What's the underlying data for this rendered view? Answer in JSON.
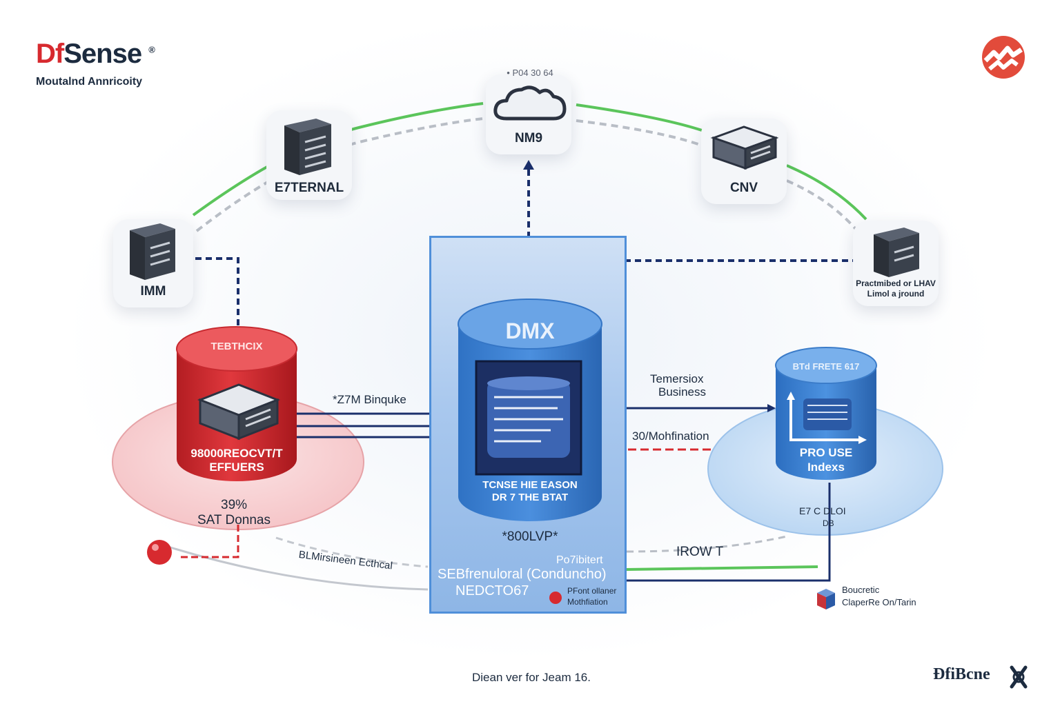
{
  "brand": {
    "name": "DfSense",
    "registered_mark": "®",
    "tagline": "Moutalnd Annricoity",
    "footer_logo": "ĐfiBcne"
  },
  "colors": {
    "red": "#d72a2f",
    "blue": "#3f86d6",
    "dark_blue": "#1a2f6b",
    "green": "#5bc55b",
    "gray": "#b9bec6"
  },
  "nodes": {
    "cloud": {
      "top_label": "• P04 30 64",
      "label": "NM9",
      "icon": "cloud-icon"
    },
    "external": {
      "label": "E7TERNAL",
      "icon": "server-tower-icon"
    },
    "cnv": {
      "label": "CNV",
      "icon": "server-box-icon"
    },
    "imm": {
      "label": "IMM",
      "icon": "server-tower-icon"
    },
    "right": {
      "label_line1": "Practmibed or LHAV",
      "label_line2": "Limol a jround",
      "icon": "server-tower-icon"
    }
  },
  "left_db": {
    "top_label": "TEBTHCIX",
    "label_line1": "98000REOCVT/T",
    "label_line2": "EFFUERS",
    "percent": "39%",
    "caption": "SAT Donnas",
    "icon": "server-box-icon"
  },
  "center": {
    "title": "DMX",
    "screen_line1": "TCNSE HIE EASON",
    "screen_line2": "DR 7 THE BTAT",
    "code": "*800LVP*",
    "note_line1": "Po7ibitert",
    "caption_line1": "SEBfrenuloral (Conduncho)",
    "caption_line2": "NEDCTO67",
    "legend_line1": "PFont ollaner",
    "legend_line2": "Mothfiation",
    "icon": "database-screen-icon"
  },
  "right_db": {
    "top_label": "BTd FRETE 617",
    "label_line1": "PRO USE",
    "label_line2": "Indexs",
    "below_line1": "E7 C DLOI",
    "below_line2": "DB",
    "icon": "chart-axes-icon"
  },
  "links": {
    "left_center": "*Z7M Binquke",
    "center_right_top_line1": "Temersiox",
    "center_right_top_line2": "Business",
    "center_right_mid": "30/Mohfination",
    "bottom_left": "BLMirsineen Ecthcal",
    "bottom_right": "IROW T"
  },
  "legend": {
    "item_line1": "Boucretic",
    "item_line2": "ClaperRe On/Tarin",
    "icon": "cube-icon"
  },
  "footer": {
    "caption": "Diean ver for Jeam 16."
  }
}
